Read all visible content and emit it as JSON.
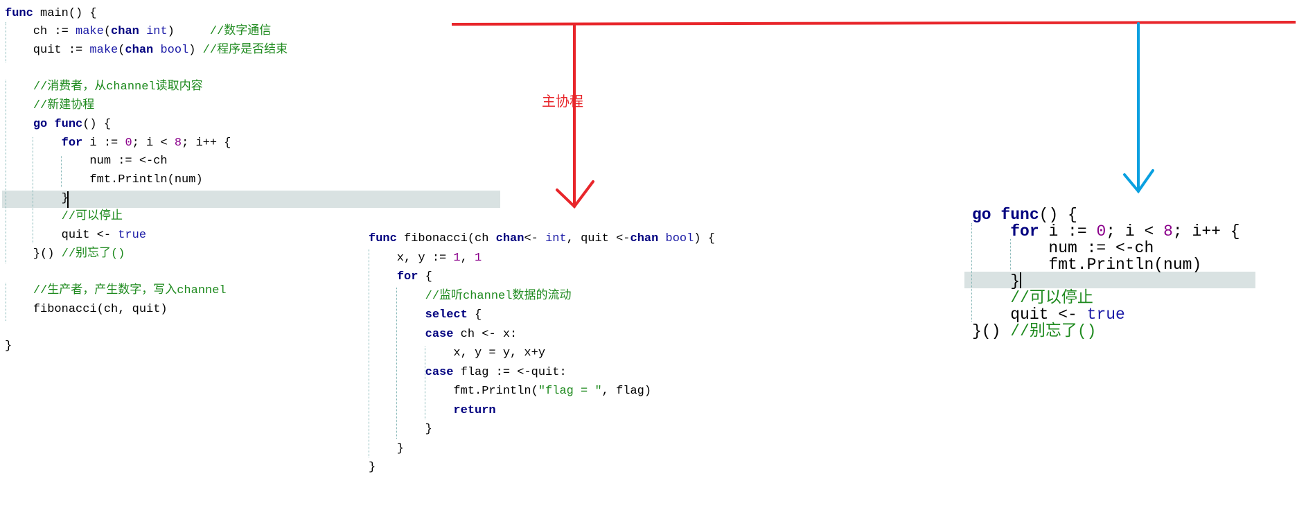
{
  "annotation": {
    "main_goroutine_label": "主协程",
    "red_color": "#e8262b",
    "blue_color": "#0aa0e0"
  },
  "main_code": [
    [
      [
        "func",
        "kw"
      ],
      [
        " main() {",
        ""
      ]
    ],
    [
      [
        "    ch := ",
        ""
      ],
      [
        "make",
        "ty"
      ],
      [
        "(",
        ""
      ],
      [
        "chan",
        "kw"
      ],
      [
        " ",
        ""
      ],
      [
        "int",
        "ty"
      ],
      [
        ")     ",
        ""
      ],
      [
        "//数字通信",
        "cm"
      ]
    ],
    [
      [
        "    quit := ",
        ""
      ],
      [
        "make",
        "ty"
      ],
      [
        "(",
        ""
      ],
      [
        "chan",
        "kw"
      ],
      [
        " ",
        ""
      ],
      [
        "bool",
        "ty"
      ],
      [
        ") ",
        ""
      ],
      [
        "//程序是否结束",
        "cm"
      ]
    ],
    [],
    [
      [
        "    ",
        "",
        ""
      ],
      [
        "//消费者，从channel读取内容",
        "cm"
      ]
    ],
    [
      [
        "    ",
        ""
      ],
      [
        "//新建协程",
        "cm"
      ]
    ],
    [
      [
        "    ",
        ""
      ],
      [
        "go",
        "kw"
      ],
      [
        " ",
        ""
      ],
      [
        "func",
        "kw"
      ],
      [
        "() {",
        ""
      ]
    ],
    [
      [
        "        ",
        ""
      ],
      [
        "for",
        "kw"
      ],
      [
        " i := ",
        ""
      ],
      [
        "0",
        "num"
      ],
      [
        "; i < ",
        ""
      ],
      [
        "8",
        "num"
      ],
      [
        "; i++ {",
        ""
      ]
    ],
    [
      [
        "            num := <-ch",
        ""
      ]
    ],
    [
      [
        "            fmt.Println(num)",
        ""
      ]
    ],
    [
      [
        "        }",
        ""
      ]
    ],
    [
      [
        "        ",
        ""
      ],
      [
        "//可以停止",
        "cm"
      ]
    ],
    [
      [
        "        quit <- ",
        ""
      ],
      [
        "true",
        "ty"
      ]
    ],
    [
      [
        "    }() ",
        ""
      ],
      [
        "//别忘了()",
        "cm"
      ]
    ],
    [],
    [
      [
        "    ",
        ""
      ],
      [
        "//生产者，产生数字，写入channel",
        "cm"
      ]
    ],
    [
      [
        "    fibonacci(ch, quit)",
        ""
      ]
    ],
    [],
    [
      [
        "}",
        ""
      ]
    ]
  ],
  "fib_code": [
    [
      [
        "func",
        "kw"
      ],
      [
        " fibonacci(ch ",
        ""
      ],
      [
        "chan",
        "kw"
      ],
      [
        "<- ",
        ""
      ],
      [
        "int",
        "ty"
      ],
      [
        ", quit <-",
        ""
      ],
      [
        "chan",
        "kw"
      ],
      [
        " ",
        ""
      ],
      [
        "bool",
        "ty"
      ],
      [
        ") {",
        ""
      ]
    ],
    [
      [
        "    x, y := ",
        ""
      ],
      [
        "1",
        "num"
      ],
      [
        ", ",
        ""
      ],
      [
        "1",
        "num"
      ]
    ],
    [
      [
        "    ",
        ""
      ],
      [
        "for",
        "kw"
      ],
      [
        " {",
        ""
      ]
    ],
    [
      [
        "        ",
        ""
      ],
      [
        "//监听channel数据的流动",
        "cm"
      ]
    ],
    [
      [
        "        ",
        ""
      ],
      [
        "select",
        "kw"
      ],
      [
        " {",
        ""
      ]
    ],
    [
      [
        "        ",
        ""
      ],
      [
        "case",
        "kw"
      ],
      [
        " ch <- x:",
        ""
      ]
    ],
    [
      [
        "            x, y = y, x+y",
        ""
      ]
    ],
    [
      [
        "        ",
        ""
      ],
      [
        "case",
        "kw"
      ],
      [
        " flag := <-quit:",
        ""
      ]
    ],
    [
      [
        "            fmt.Println(",
        ""
      ],
      [
        "\"flag = \"",
        "str"
      ],
      [
        ", flag)",
        ""
      ]
    ],
    [
      [
        "            ",
        ""
      ],
      [
        "return",
        "kw"
      ]
    ],
    [
      [
        "        }",
        ""
      ]
    ],
    [
      [
        "    }",
        ""
      ]
    ],
    [
      [
        "}",
        ""
      ]
    ]
  ],
  "goroutine_code": [
    [
      [
        "go",
        "kw"
      ],
      [
        " ",
        ""
      ],
      [
        "func",
        "kw"
      ],
      [
        "() {",
        ""
      ]
    ],
    [
      [
        "    ",
        ""
      ],
      [
        "for",
        "kw"
      ],
      [
        " i := ",
        ""
      ],
      [
        "0",
        "num"
      ],
      [
        "; i < ",
        ""
      ],
      [
        "8",
        "num"
      ],
      [
        "; i++ {",
        ""
      ]
    ],
    [
      [
        "        num := <-ch",
        ""
      ]
    ],
    [
      [
        "        fmt.Println(num)",
        ""
      ]
    ],
    [
      [
        "    }",
        ""
      ]
    ],
    [
      [
        "    ",
        ""
      ],
      [
        "//可以停止",
        "cm"
      ]
    ],
    [
      [
        "    quit <- ",
        ""
      ],
      [
        "true",
        "ty"
      ]
    ],
    [
      [
        "}() ",
        ""
      ],
      [
        "//别忘了()",
        "cm"
      ]
    ]
  ]
}
